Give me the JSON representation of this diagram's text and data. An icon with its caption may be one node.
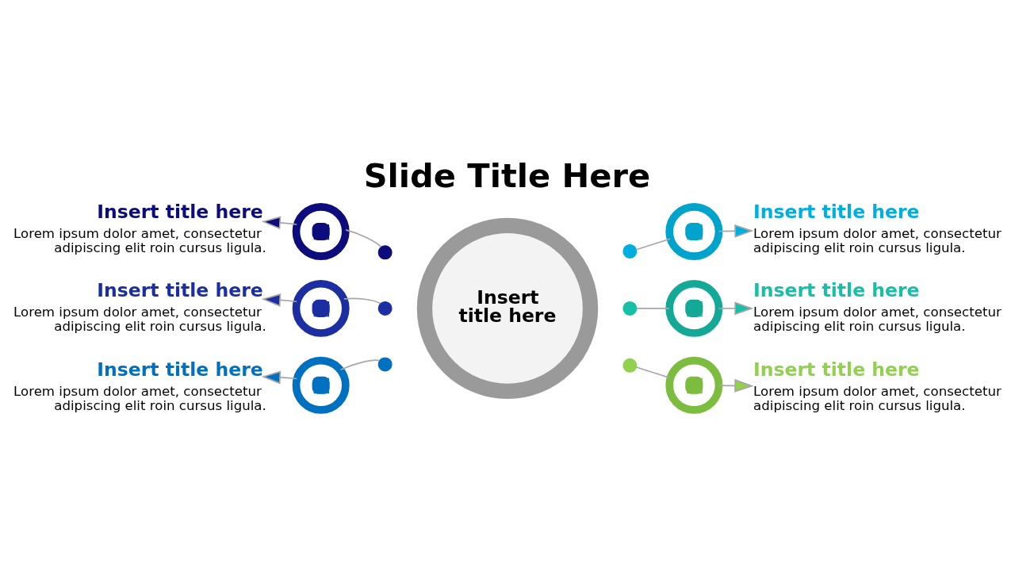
{
  "diagram": {
    "title": "Slide Title Here",
    "nodes": [
      {
        "text": [
          "Insert title here"
        ]
      },
      {
        "text": [
          "Insert title here",
          "Lorem ipsum dolor amet, consectetur adipiscing elit roin cursus ligula."
        ]
      },
      {
        "text": [],
        "shape": "circle"
      },
      {
        "text": [],
        "shape": "circle"
      },
      {
        "text": [
          "Insert title here",
          "Lorem ipsum dolor amet, consectetur adipiscing elit roin cursus ligula."
        ]
      },
      {
        "text": [],
        "shape": "circle"
      },
      {
        "text": [],
        "shape": "circle"
      },
      {
        "text": [
          "Insert title here",
          "Lorem ipsum dolor amet, consectetur adipiscing elit roin cursus ligula."
        ]
      },
      {
        "text": [],
        "shape": "circle"
      },
      {
        "text": [],
        "shape": "circle"
      },
      {
        "text": [
          "Insert title here",
          "Lorem ipsum dolor amet, consectetur adipiscing elit roin cursus ligula."
        ]
      },
      {
        "text": [],
        "shape": "circle"
      },
      {
        "text": [],
        "shape": "circle"
      },
      {
        "text": [
          "Insert title here",
          "Lorem ipsum dolor amet, consectetur adipiscing elit roin cursus ligula."
        ]
      },
      {
        "text": [],
        "shape": "circle"
      },
      {
        "text": [],
        "shape": "circle"
      },
      {
        "text": [
          "Insert title here",
          "Lorem ipsum dolor amet, consectetur adipiscing elit roin cursus ligula."
        ]
      },
      {
        "text": [],
        "shape": "circle"
      },
      {
        "text": [],
        "shape": "circle"
      }
    ],
    "edges": [
      {
        "from": 3,
        "to": 2,
        "arrow": "none"
      },
      {
        "from": 2,
        "to": 1,
        "arrow": "to"
      },
      {
        "from": 6,
        "to": 5,
        "arrow": "none"
      },
      {
        "from": 5,
        "to": 4,
        "arrow": "to"
      },
      {
        "from": 9,
        "to": 8,
        "arrow": "none"
      },
      {
        "from": 8,
        "to": 7,
        "arrow": "to"
      },
      {
        "from": 12,
        "to": 11,
        "arrow": "none"
      },
      {
        "from": 11,
        "to": 10,
        "arrow": "to"
      },
      {
        "from": 15,
        "to": 14,
        "arrow": "none"
      },
      {
        "from": 14,
        "to": 13,
        "arrow": "to"
      },
      {
        "from": 18,
        "to": 17,
        "arrow": "none"
      },
      {
        "from": 17,
        "to": 16,
        "arrow": "to"
      }
    ]
  }
}
